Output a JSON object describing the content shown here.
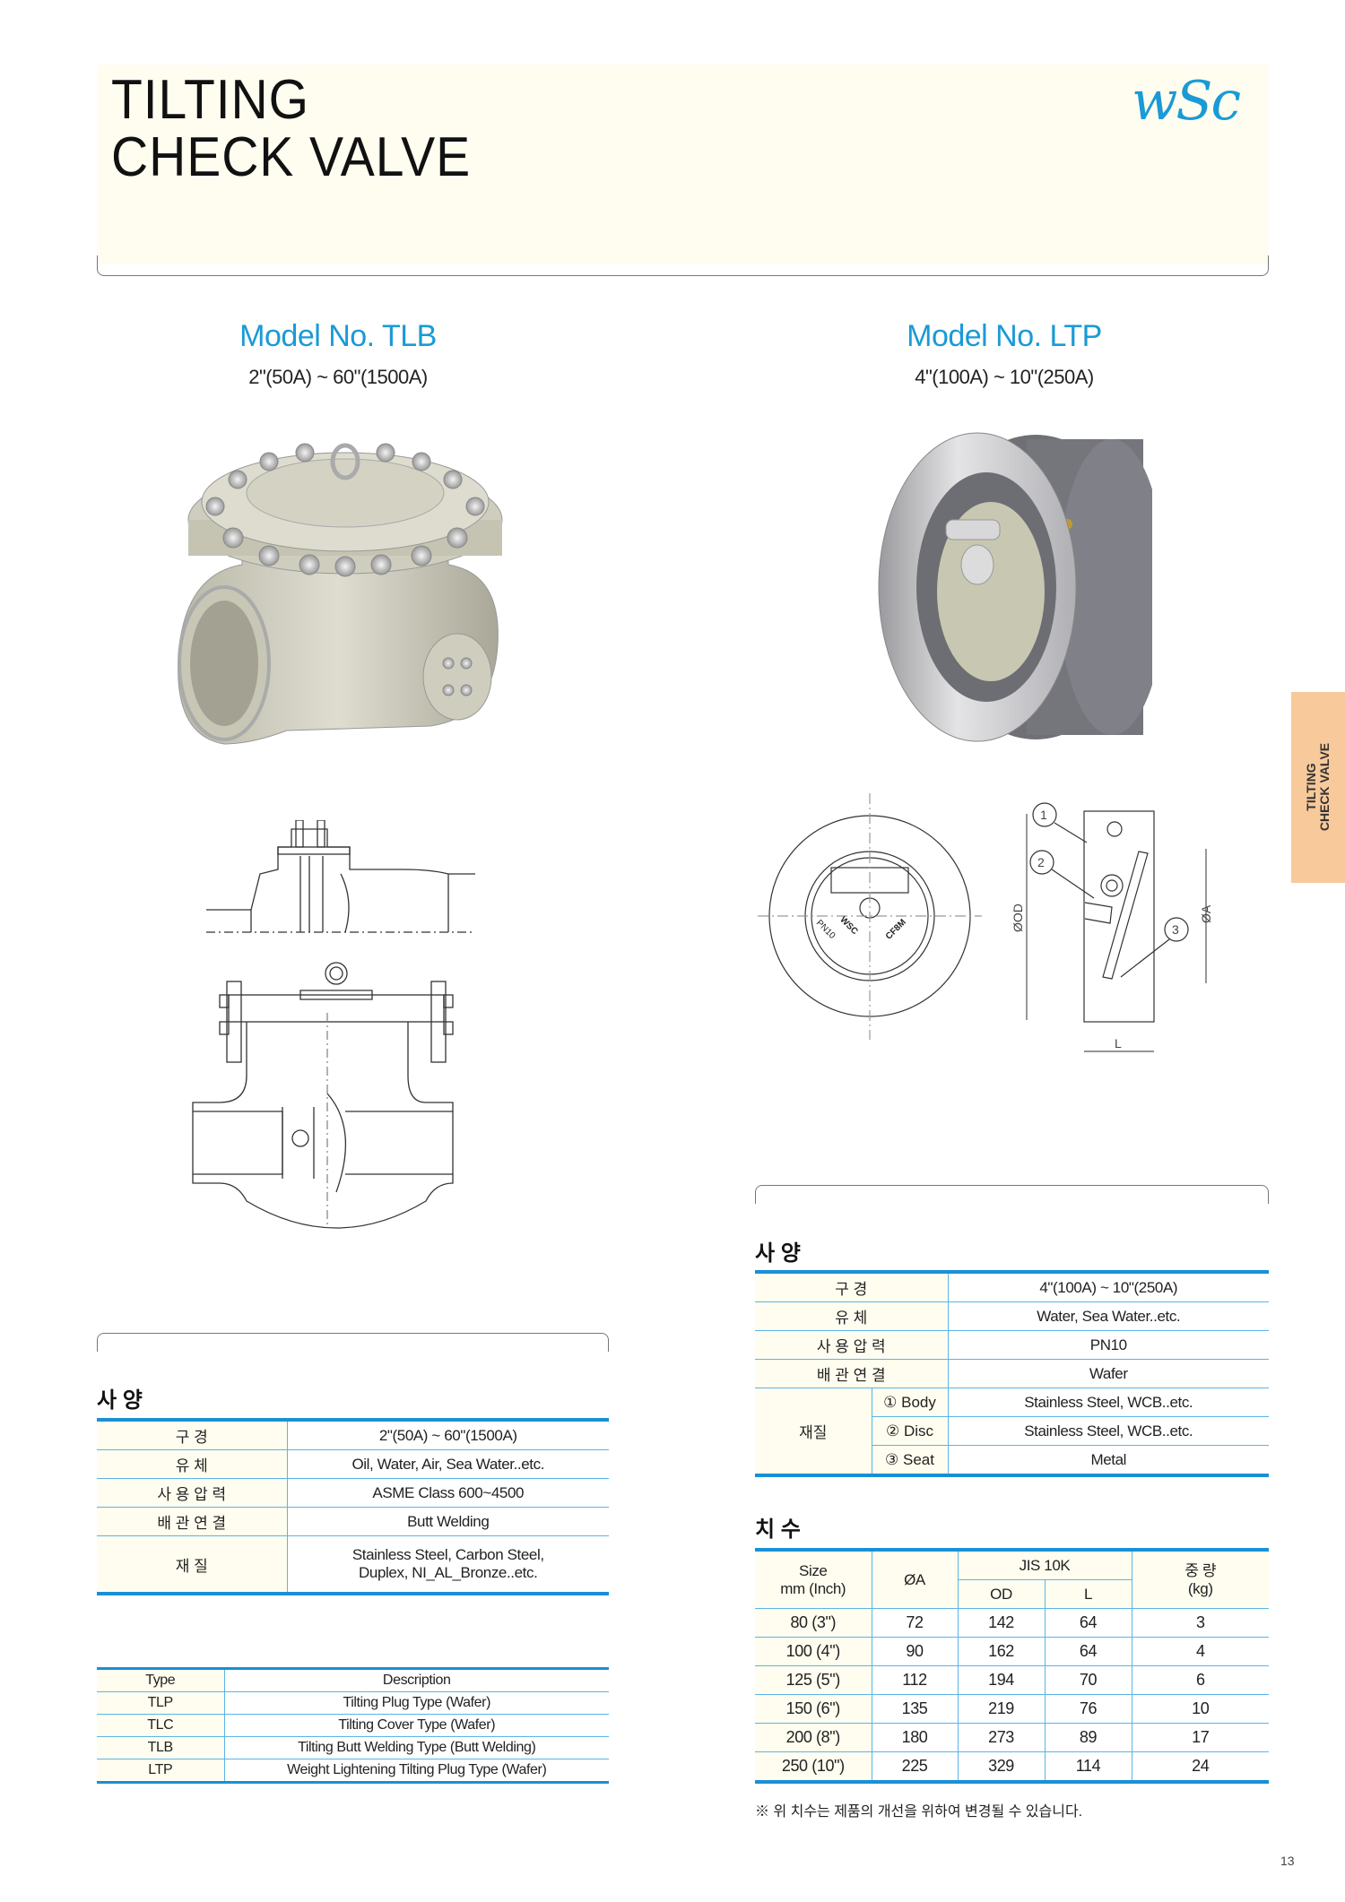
{
  "header": {
    "title_line1": "TILTING",
    "title_line2": "CHECK VALVE",
    "logo": "wSc"
  },
  "side_tab": {
    "line1": "TILTING",
    "line2": "CHECK VALVE"
  },
  "colors": {
    "accent": "#1a9ad6",
    "table_rule": "#1a8fd6",
    "cream": "#fffdf0",
    "tab": "#f8c99a"
  },
  "models": [
    {
      "title": "Model No. TLB",
      "size": "2\"(50A) ~ 60\"(1500A)"
    },
    {
      "title": "Model No. LTP",
      "size": "4\"(100A) ~ 10\"(250A)"
    }
  ],
  "drawing_ltp": {
    "labels": [
      "PN10",
      "WSC",
      "CF8M"
    ],
    "dim_od": "ØOD",
    "dim_a": "ØA",
    "dim_l": "L",
    "callouts": [
      "1",
      "2",
      "3"
    ]
  },
  "tlb_spec": {
    "title": "사 양",
    "rows": [
      {
        "label": "구 경",
        "value": "2\"(50A) ~ 60\"(1500A)"
      },
      {
        "label": "유 체",
        "value": "Oil, Water, Air, Sea Water..etc."
      },
      {
        "label": "사 용 압 력",
        "value": "ASME Class 600~4500"
      },
      {
        "label": "배 관 연 결",
        "value": "Butt Welding"
      },
      {
        "label": "재 질",
        "value_line1": "Stainless Steel, Carbon Steel,",
        "value_line2": "Duplex, NI_AL_Bronze..etc."
      }
    ]
  },
  "type_table": {
    "headers": [
      "Type",
      "Description"
    ],
    "rows": [
      [
        "TLP",
        "Tilting Plug Type (Wafer)"
      ],
      [
        "TLC",
        "Tilting Cover Type (Wafer)"
      ],
      [
        "TLB",
        "Tilting Butt Welding Type (Butt Welding)"
      ],
      [
        "LTP",
        "Weight Lightening Tilting Plug Type (Wafer)"
      ]
    ]
  },
  "ltp_spec": {
    "title": "사 양",
    "rows": [
      {
        "label": "구 경",
        "value": "4\"(100A) ~ 10\"(250A)"
      },
      {
        "label": "유 체",
        "value": "Water, Sea Water..etc."
      },
      {
        "label": "사 용 압 력",
        "value": "PN10"
      },
      {
        "label": "배 관 연 결",
        "value": "Wafer"
      }
    ],
    "material_label": "재질",
    "materials": [
      {
        "part": "① Body",
        "value": "Stainless Steel, WCB..etc."
      },
      {
        "part": "② Disc",
        "value": "Stainless Steel, WCB..etc."
      },
      {
        "part": "③ Seat",
        "value": "Metal"
      }
    ]
  },
  "dimensions": {
    "title": "치 수",
    "headers": {
      "size_line1": "Size",
      "size_line2": "mm (Inch)",
      "a": "ØA",
      "group": "JIS 10K",
      "od": "OD",
      "l": "L",
      "weight_line1": "중 량",
      "weight_line2": "(kg)"
    },
    "rows": [
      [
        "80 (3\")",
        "72",
        "142",
        "64",
        "3"
      ],
      [
        "100 (4\")",
        "90",
        "162",
        "64",
        "4"
      ],
      [
        "125 (5\")",
        "112",
        "194",
        "70",
        "6"
      ],
      [
        "150 (6\")",
        "135",
        "219",
        "76",
        "10"
      ],
      [
        "200 (8\")",
        "180",
        "273",
        "89",
        "17"
      ],
      [
        "250 (10\")",
        "225",
        "329",
        "114",
        "24"
      ]
    ],
    "note": "※ 위 치수는 제품의 개선을 위하여 변경될 수 있습니다."
  },
  "page_number": "13"
}
